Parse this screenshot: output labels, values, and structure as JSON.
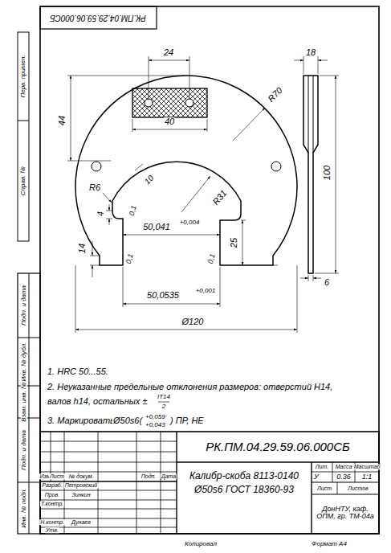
{
  "diagram": {
    "labels": [
      "РК.ПМ.04.29.59.06.000СБ",
      "Перв. примен.",
      "Справ. №",
      "Подп. и дата",
      "Инв. № дубл.",
      "Взам. инв. №",
      "Подп. и дата",
      "Инв. № подл.",
      "24",
      "18",
      "R70",
      "44",
      "40",
      "100",
      "10",
      "R31",
      "R6",
      "4",
      "0,1",
      "50,041",
      "+0,004",
      "25",
      "14",
      "0,1",
      "0,1",
      "6",
      "50,0535",
      "+0,001",
      "Ø120",
      "1. HRC 50...55.",
      "2. Неуказанные предельные отклонения размеров: отверстий H14,",
      "валов h14, остальных ±",
      "IT14",
      "2",
      "3. Маркировать",
      "Ø50s6(",
      "+0,059",
      "+0,043",
      ") ПР, НЕ",
      "РК.ПМ.04.29.59.06.000СБ",
      "Изм",
      "Лист",
      "№ докум.",
      "Подп.",
      "Дата",
      "Разраб.",
      "Петровский",
      "Пров.",
      "Зинкин",
      "Т.контр.",
      "Н.контр.",
      "Дунаев",
      "Утв.",
      "Калибр-скоба 8113-0140",
      "Ø50s6 ГОСТ 18360-93",
      "Лит.",
      "Масса",
      "Масштаб",
      "У",
      "0.36",
      "1:1",
      "Лист",
      "Листов",
      "ДонНТУ, каф. ОПМ, гр. ТМ-04а",
      "Копировал",
      "Формат А4"
    ]
  }
}
